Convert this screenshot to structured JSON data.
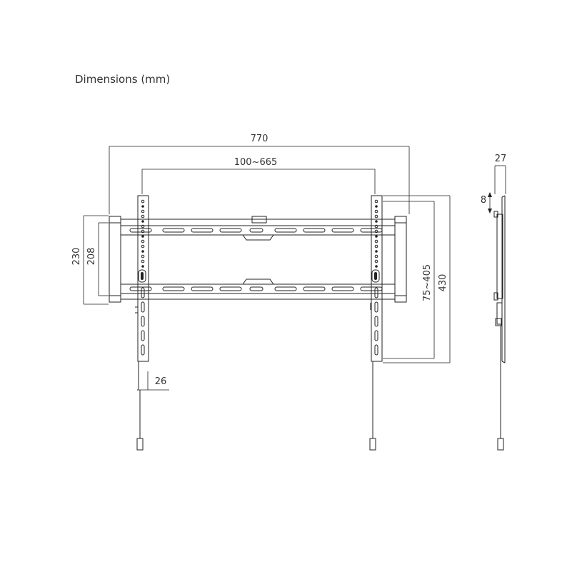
{
  "title": "Dimensions (mm)",
  "dimensions": {
    "overall_width": "770",
    "vesa_width": "100~665",
    "overall_height_left": "230",
    "bracket_height": "208",
    "vesa_height": "75~405",
    "arm_height": "430",
    "arm_width": "26",
    "depth": "27",
    "tilt_gap": "8"
  },
  "colors": {
    "line": "#222222",
    "text": "#333333",
    "background": "#ffffff"
  }
}
